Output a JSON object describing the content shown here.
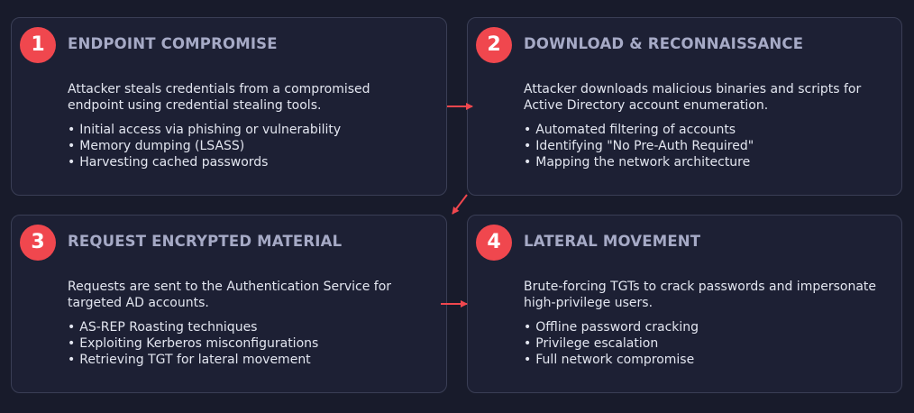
{
  "colors": {
    "background": "#181b2b",
    "card": "#1d2034",
    "card_border": "#3a3e55",
    "accent": "#f0474e",
    "title": "#a6aac6",
    "text": "#e3e6f0"
  },
  "steps": [
    {
      "number": "1",
      "title": "ENDPOINT COMPROMISE",
      "description": "Attacker steals credentials from a compromised endpoint using credential stealing tools.",
      "bullets": [
        "Initial access via phishing or vulnerability",
        "Memory dumping (LSASS)",
        "Harvesting cached passwords"
      ]
    },
    {
      "number": "2",
      "title": "DOWNLOAD & RECONNAISSANCE",
      "description": "Attacker downloads malicious binaries and scripts for Active Directory account enumeration.",
      "bullets": [
        "Automated filtering of accounts",
        "Identifying \"No Pre-Auth Required\"",
        "Mapping the network architecture"
      ]
    },
    {
      "number": "3",
      "title": "REQUEST ENCRYPTED MATERIAL",
      "description": "Requests are sent to the Authentication Service for targeted AD accounts.",
      "bullets": [
        "AS-REP Roasting techniques",
        "Exploiting Kerberos misconfigurations",
        "Retrieving TGT for lateral movement"
      ]
    },
    {
      "number": "4",
      "title": "LATERAL MOVEMENT",
      "description": "Brute-forcing TGTs to crack passwords and impersonate high-privilege users.",
      "bullets": [
        "Offline password cracking",
        "Privilege escalation",
        "Full network compromise"
      ]
    }
  ]
}
